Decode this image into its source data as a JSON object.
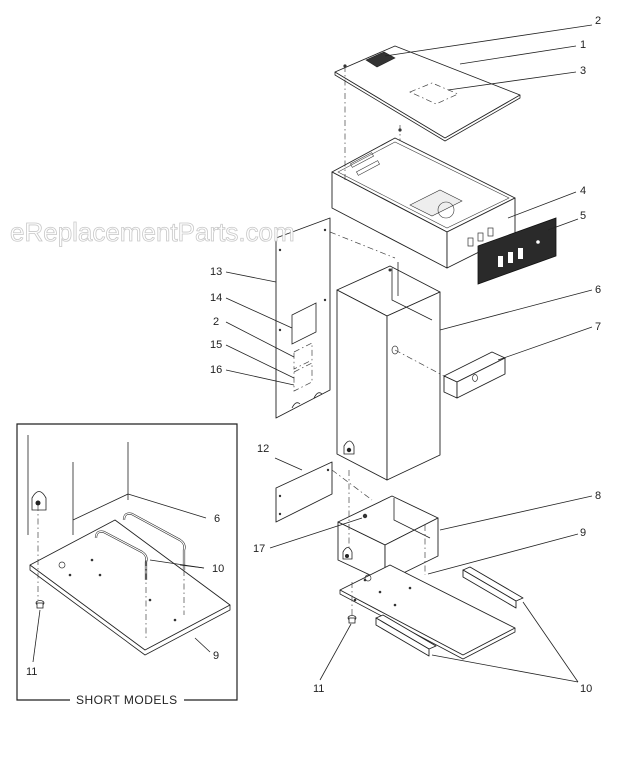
{
  "watermark": "eReplacementParts.com",
  "inset_label": "SHORT MODELS",
  "callouts": {
    "c1": "1",
    "c2a": "2",
    "c2b": "2",
    "c3": "3",
    "c4": "4",
    "c5": "5",
    "c6a": "6",
    "c6b": "6",
    "c7": "7",
    "c8": "8",
    "c9a": "9",
    "c9b": "9",
    "c10a": "10",
    "c10b": "10",
    "c11a": "11",
    "c11b": "11",
    "c12": "12",
    "c13": "13",
    "c14": "14",
    "c15": "15",
    "c16": "16",
    "c17": "17"
  }
}
